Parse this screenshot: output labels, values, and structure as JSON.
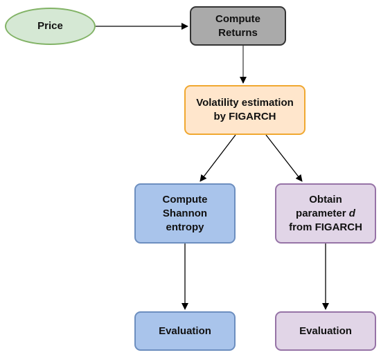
{
  "nodes": {
    "price": {
      "label": "Price",
      "fill": "#d5e8d4",
      "stroke": "#82b366"
    },
    "compute_returns": {
      "line1": "Compute",
      "line2": "Returns",
      "fill": "#aaaaaa",
      "stroke": "#333333"
    },
    "volatility": {
      "line1": "Volatility estimation",
      "line2": "by FIGARCH",
      "fill": "#ffe6cc",
      "stroke": "#f0a830"
    },
    "shannon": {
      "line1": "Compute",
      "line2": "Shannon",
      "line3": "entropy",
      "fill": "#a9c4eb",
      "stroke": "#6c8ebf"
    },
    "obtain_d": {
      "line1": "Obtain",
      "line2_pre": "parameter ",
      "line2_var": "d",
      "line3": "from FIGARCH",
      "fill": "#e1d5e7",
      "stroke": "#9673a6"
    },
    "eval_left": {
      "label": "Evaluation",
      "fill": "#a9c4eb",
      "stroke": "#6c8ebf"
    },
    "eval_right": {
      "label": "Evaluation",
      "fill": "#e1d5e7",
      "stroke": "#9673a6"
    }
  },
  "edges": [
    {
      "from": "price",
      "to": "compute_returns"
    },
    {
      "from": "compute_returns",
      "to": "volatility"
    },
    {
      "from": "volatility",
      "to": "shannon"
    },
    {
      "from": "volatility",
      "to": "obtain_d"
    },
    {
      "from": "shannon",
      "to": "eval_left"
    },
    {
      "from": "obtain_d",
      "to": "eval_right"
    }
  ],
  "edge_color": "#000000"
}
